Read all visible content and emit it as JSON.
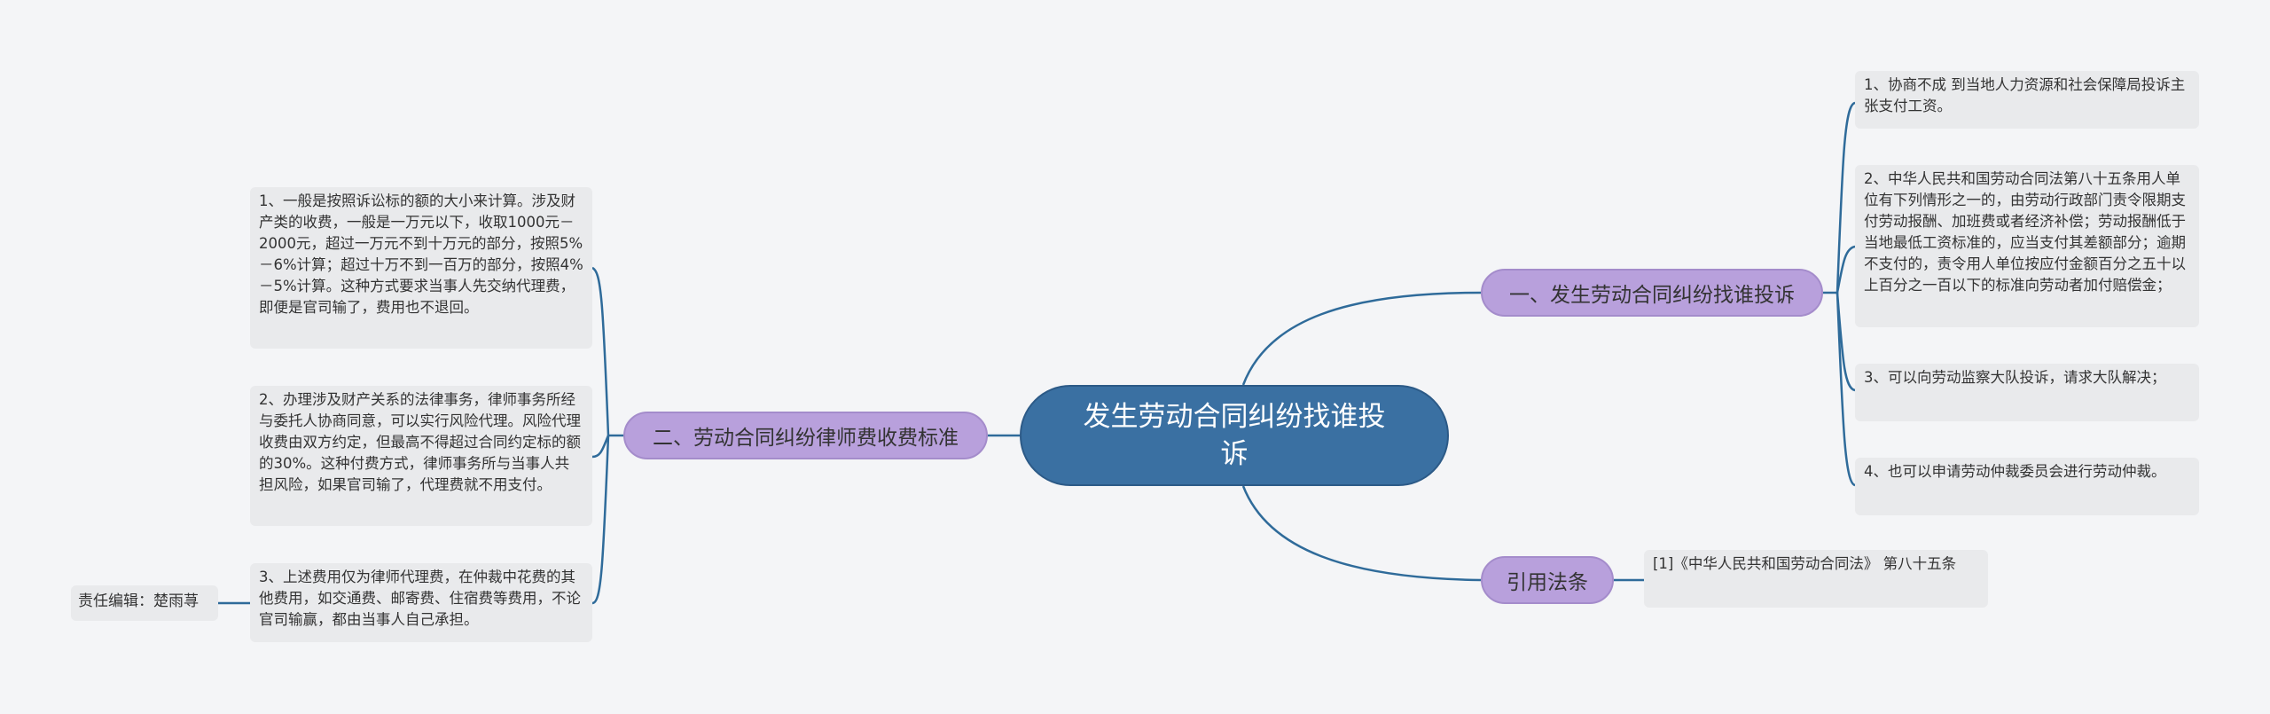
{
  "root": {
    "title": "发生劳动合同纠纷找谁投诉"
  },
  "branches": [
    {
      "label": "一、发生劳动合同纠纷找谁投诉",
      "items": [
        "1、协商不成 到当地人力资源和社会保障局投诉主张支付工资。",
        "2、中华人民共和国劳动合同法第八十五条用人单位有下列情形之一的，由劳动行政部门责令限期支付劳动报酬、加班费或者经济补偿；劳动报酬低于当地最低工资标准的，应当支付其差额部分；逾期不支付的，责令用人单位按应付金额百分之五十以上百分之一百以下的标准向劳动者加付赔偿金；",
        "3、可以向劳动监察大队投诉，请求大队解决；",
        "4、也可以申请劳动仲裁委员会进行劳动仲裁。"
      ]
    },
    {
      "label": "引用法条",
      "items": [
        "[1]《中华人民共和国劳动合同法》 第八十五条"
      ]
    },
    {
      "label": "二、劳动合同纠纷律师费收费标准",
      "items": [
        "1、一般是按照诉讼标的额的大小来计算。涉及财产类的收费，一般是一万元以下，收取1000元－2000元，超过一万元不到十万元的部分，按照5%－6%计算；超过十万不到一百万的部分，按照4%－5%计算。这种方式要求当事人先交纳代理费，即便是官司输了，费用也不退回。",
        "2、办理涉及财产关系的法律事务，律师事务所经与委托人协商同意，可以实行风险代理。风险代理收费由双方约定，但最高不得超过合同约定标的额的30%。这种付费方式，律师事务所与当事人共担风险，如果官司输了，代理费就不用支付。",
        "3、上述费用仅为律师代理费，在仲裁中花费的其他费用，如交通费、邮寄费、住宿费等费用，不论官司输赢，都由当事人自己承担。"
      ]
    }
  ],
  "editor": "责任编辑：楚雨荨"
}
